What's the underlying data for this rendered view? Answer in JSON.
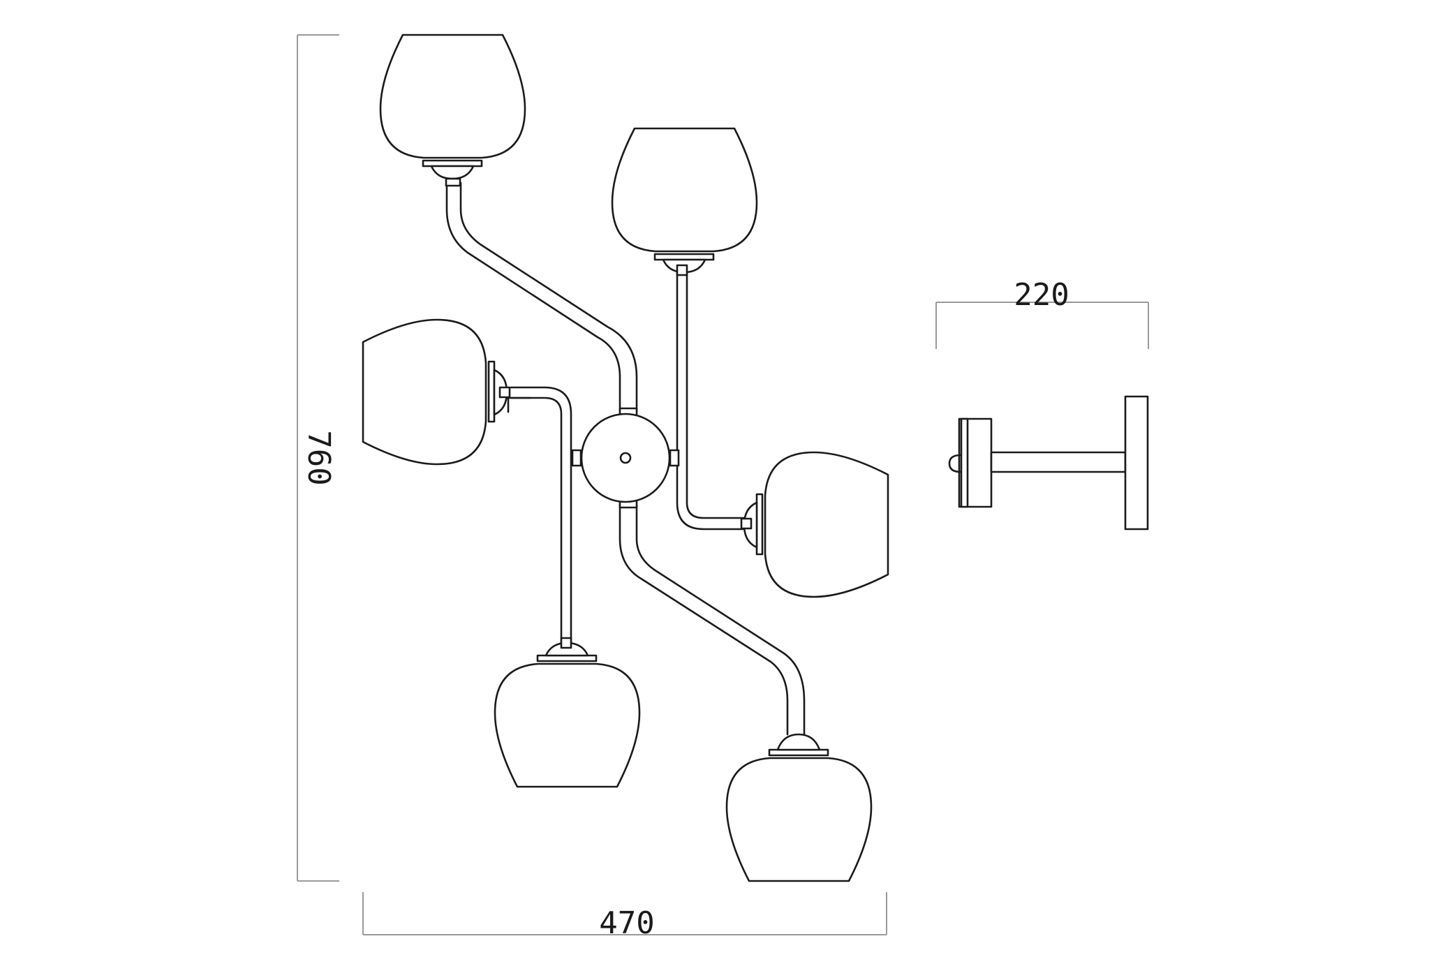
{
  "drawing": {
    "line_color": "#1a1a1a",
    "dimension_line_color": "#9a9a9a",
    "background": "#ffffff"
  },
  "dimensions": {
    "height_label": "760",
    "width_label": "470",
    "depth_label": "220"
  }
}
